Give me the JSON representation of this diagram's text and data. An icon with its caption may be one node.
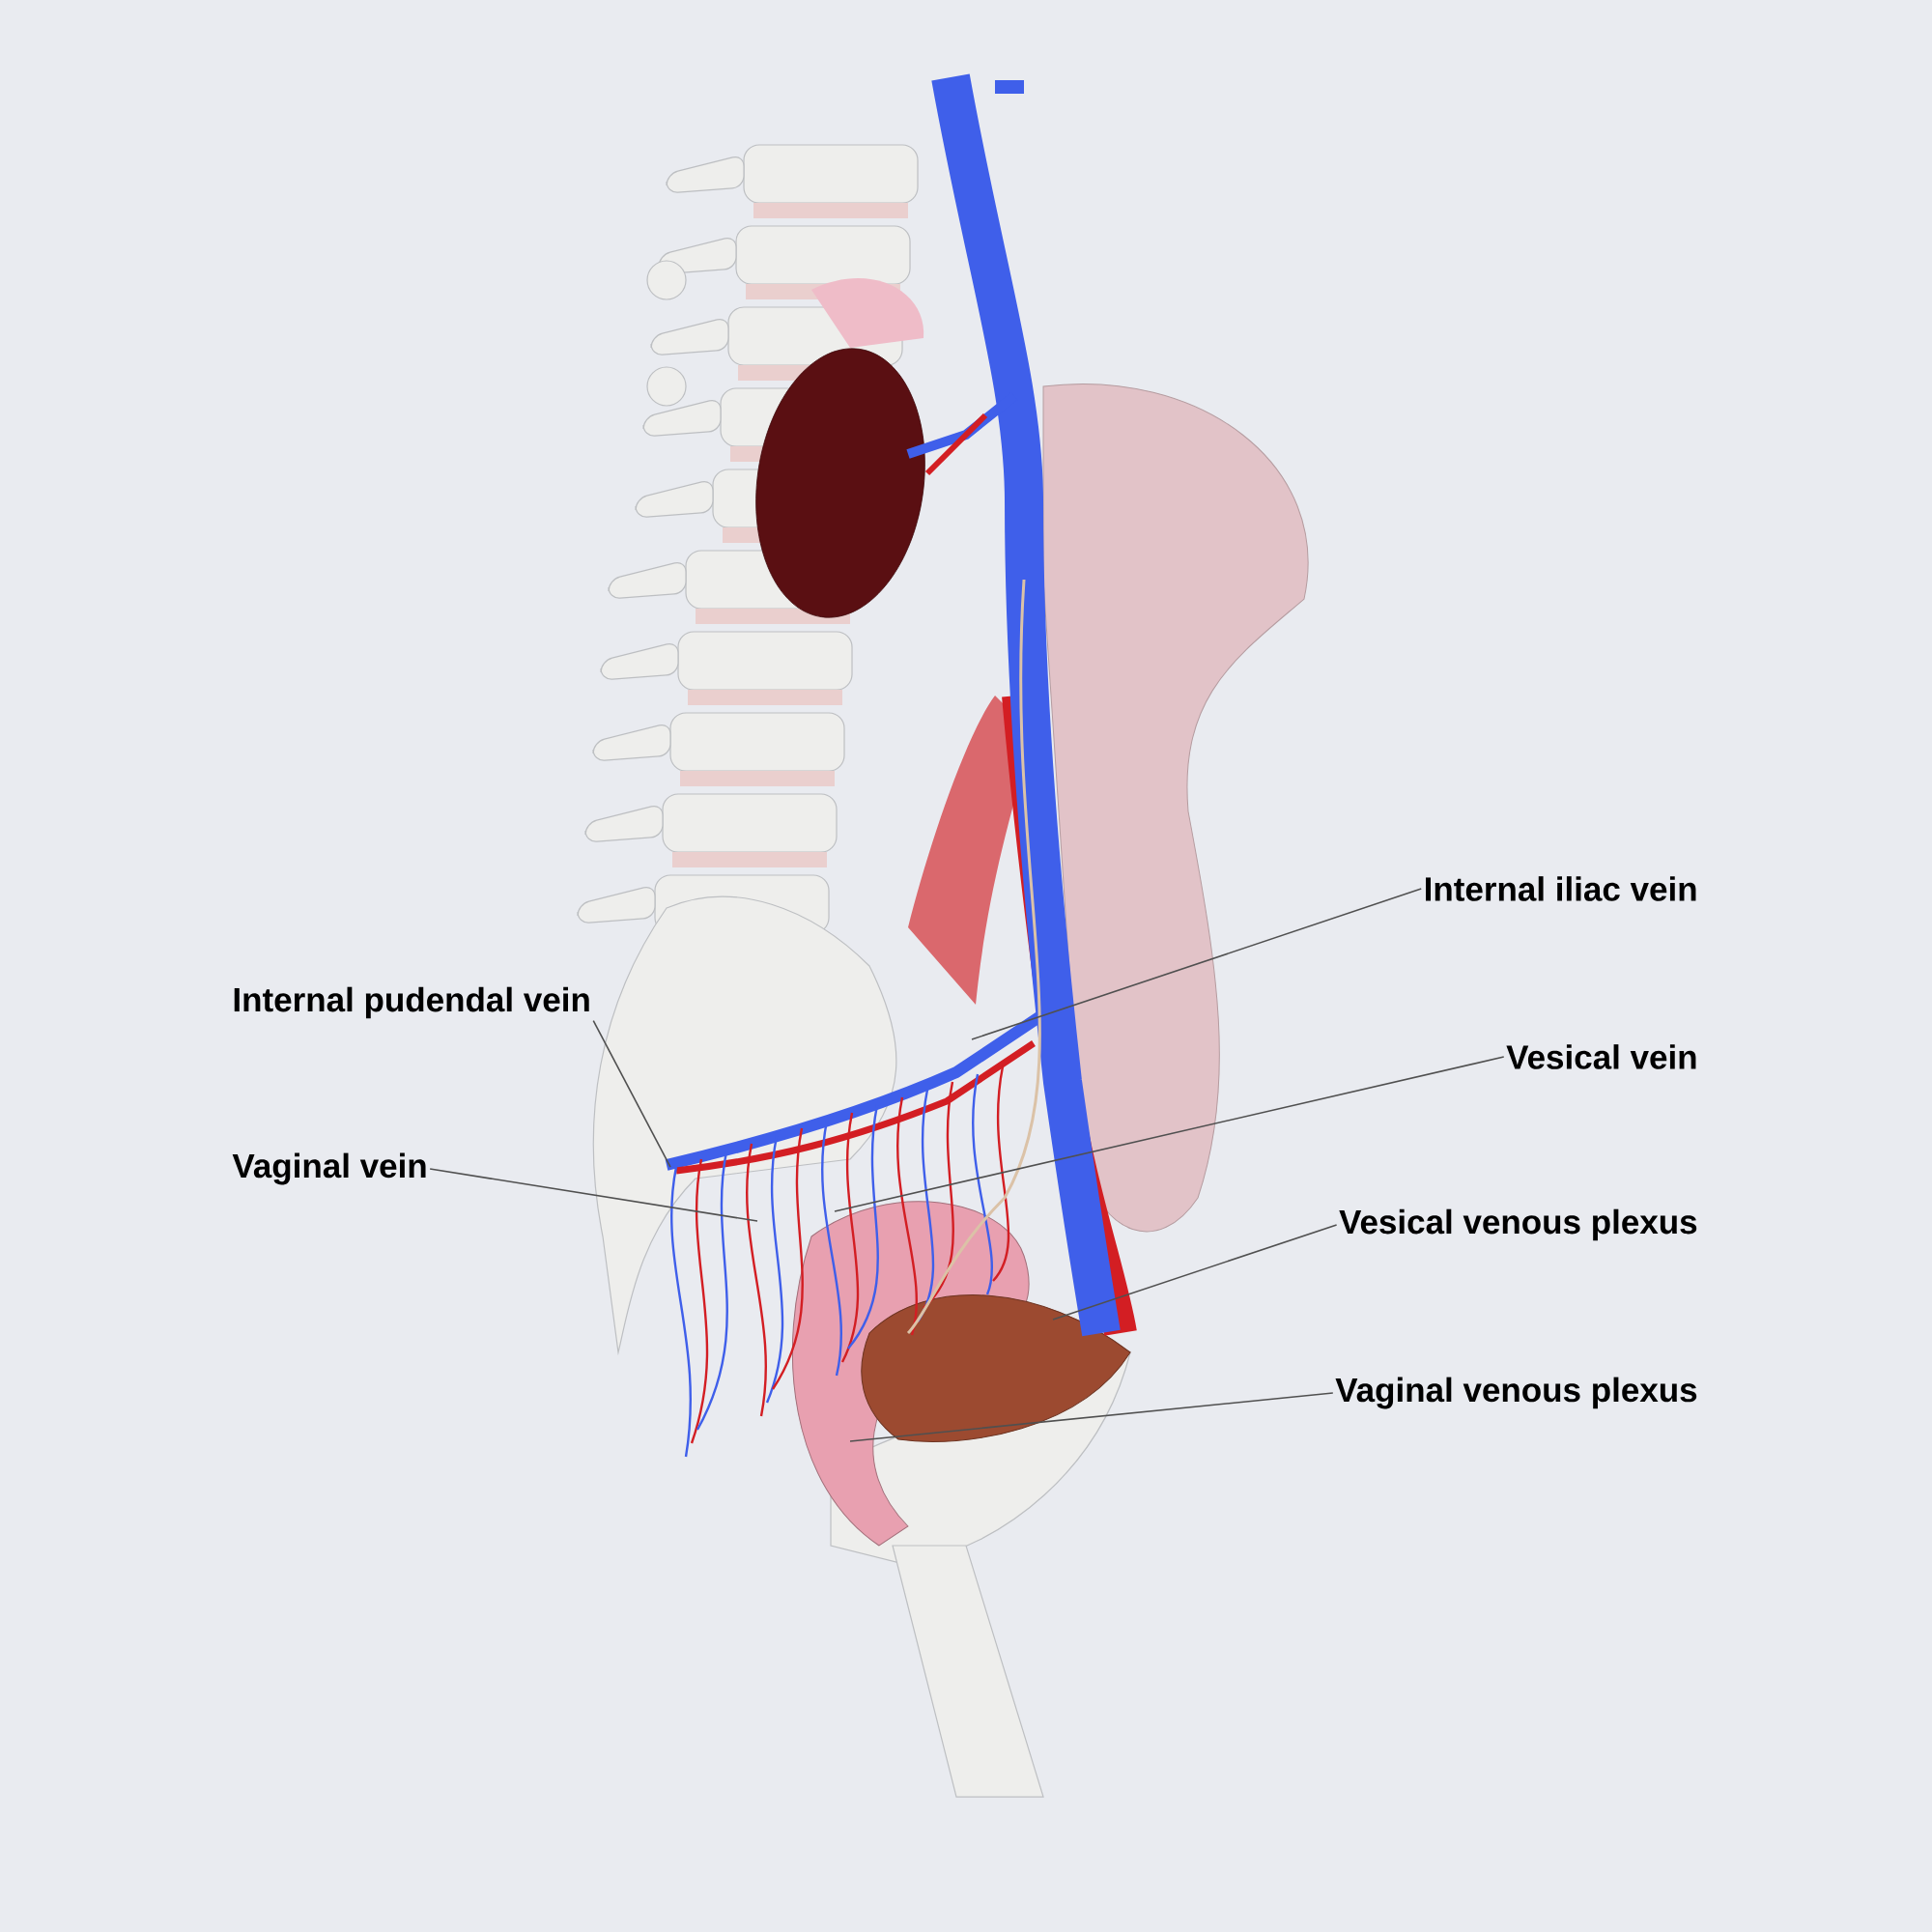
{
  "diagram": {
    "nodes": [
      {
        "text": [
          "Internal iliac vein"
        ]
      },
      {
        "text": [
          "Internal pudendal vein"
        ]
      },
      {
        "text": [
          "Vesical vein"
        ]
      },
      {
        "text": [
          "Vaginal vein"
        ]
      },
      {
        "text": [
          "Vesical venous plexus"
        ]
      },
      {
        "text": [
          "Vaginal venous plexus"
        ]
      }
    ],
    "edges": [
      {
        "from": 0,
        "to": null,
        "arrow": "none"
      },
      {
        "from": 1,
        "to": null,
        "arrow": "none"
      },
      {
        "from": 2,
        "to": null,
        "arrow": "none"
      },
      {
        "from": 3,
        "to": null,
        "arrow": "none"
      },
      {
        "from": 4,
        "to": null,
        "arrow": "none"
      },
      {
        "from": 5,
        "to": null,
        "arrow": "none"
      }
    ]
  }
}
